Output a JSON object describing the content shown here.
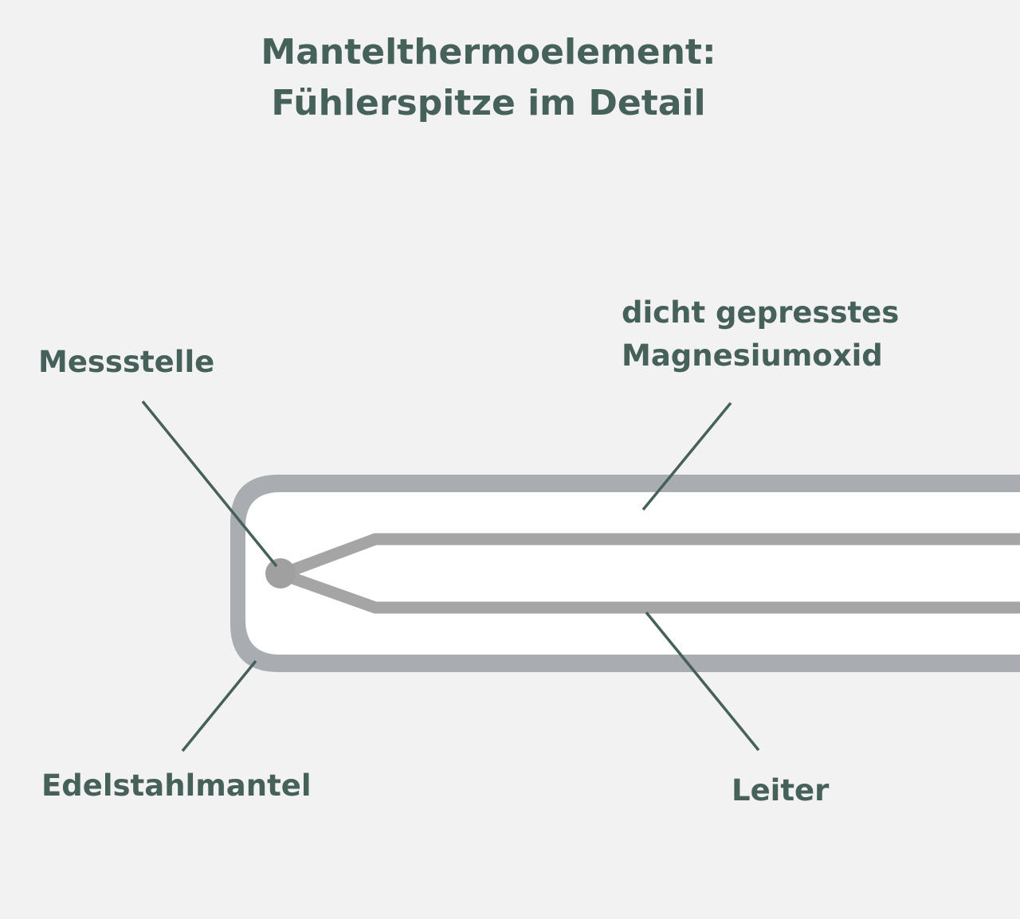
{
  "title": {
    "line1": "Mantelthermoelement:",
    "line2": "Fühlerspitze im Detail"
  },
  "labels": {
    "measuring_point": "Messstelle",
    "magnesium_oxide_line1": "dicht gepresstes",
    "magnesium_oxide_line2": "Magnesiumoxid",
    "steel_sheath": "Edelstahlmantel",
    "conductor": "Leiter"
  },
  "colors": {
    "background": "#f2f2f2",
    "text": "#46605a",
    "leader_lines": "#46605a",
    "sheath": "#a9adb2",
    "insulation": "#ffffff",
    "conductor": "#a5a5a5",
    "junction": "#a0a0a0"
  }
}
